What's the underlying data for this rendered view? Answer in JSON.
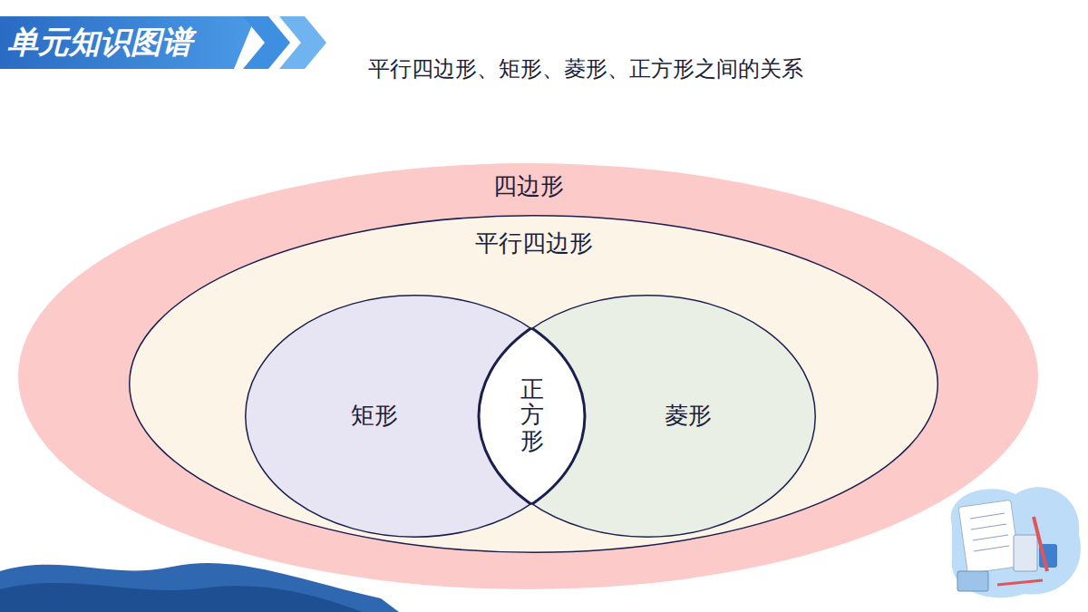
{
  "diagram": {
    "title": "平行四边形、矩形、菱形、正方形之间的关系",
    "nodes": [
      {
        "text": [
          "四边形"
        ]
      },
      {
        "text": [
          "平行四边形"
        ],
        "in": 0
      },
      {
        "text": [
          "矩形"
        ],
        "in": 1
      },
      {
        "text": [
          "正方形"
        ],
        "in": 1
      },
      {
        "text": [
          "菱形"
        ],
        "in": 1
      }
    ],
    "labels": [
      "单元知识图谱"
    ]
  }
}
